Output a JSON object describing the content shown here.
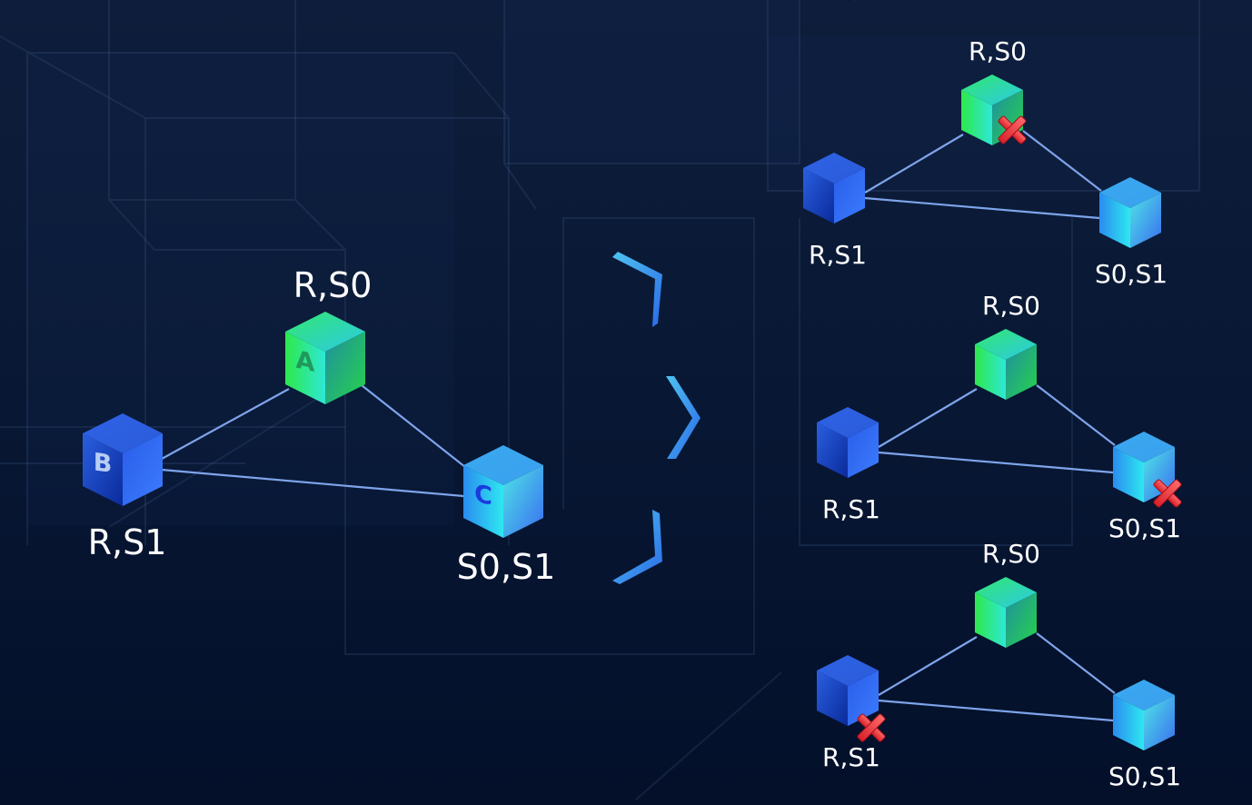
{
  "title": "Three-node replica failover topology",
  "colors": {
    "background": "#0a1a36",
    "edge": "#7ea4ea",
    "label": "#ffffff",
    "arrow_light": "#4fc3f0",
    "arrow_dark": "#2a6ae8",
    "fail_mark": "#e8323a"
  },
  "icons": {
    "node": "cube-icon",
    "failure": "red-x-icon",
    "transition": "chevron-arrow-icon"
  },
  "main_cluster": {
    "nodes": [
      {
        "id": "A",
        "letter": "A",
        "label": "R,S0",
        "style": "green"
      },
      {
        "id": "B",
        "letter": "B",
        "label": "R,S1",
        "style": "blue"
      },
      {
        "id": "C",
        "letter": "C",
        "label": "S0,S1",
        "style": "cyan"
      }
    ],
    "edges": [
      [
        "A",
        "B"
      ],
      [
        "A",
        "C"
      ],
      [
        "B",
        "C"
      ]
    ]
  },
  "scenarios": [
    {
      "failed_node": "A",
      "nodes": [
        {
          "id": "A",
          "label": "R,S0",
          "style": "green",
          "failed": true
        },
        {
          "id": "B",
          "label": "R,S1",
          "style": "blue",
          "failed": false
        },
        {
          "id": "C",
          "label": "S0,S1",
          "style": "cyan",
          "failed": false
        }
      ]
    },
    {
      "failed_node": "C",
      "nodes": [
        {
          "id": "A",
          "label": "R,S0",
          "style": "green",
          "failed": false
        },
        {
          "id": "B",
          "label": "R,S1",
          "style": "blue",
          "failed": false
        },
        {
          "id": "C",
          "label": "S0,S1",
          "style": "cyan",
          "failed": true
        }
      ]
    },
    {
      "failed_node": "B",
      "nodes": [
        {
          "id": "A",
          "label": "R,S0",
          "style": "green",
          "failed": false
        },
        {
          "id": "B",
          "label": "R,S1",
          "style": "blue",
          "failed": true
        },
        {
          "id": "C",
          "label": "S0,S1",
          "style": "cyan",
          "failed": false
        }
      ]
    }
  ]
}
